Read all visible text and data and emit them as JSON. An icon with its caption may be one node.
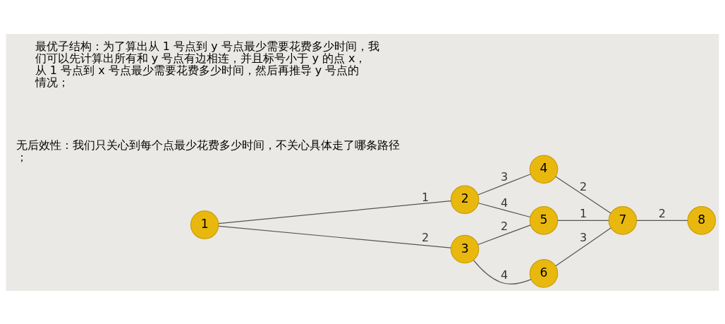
{
  "diagram": {
    "nodes": [
      {
        "text": [
          "1"
        ]
      },
      {
        "text": [
          "2"
        ]
      },
      {
        "text": [
          "3"
        ]
      },
      {
        "text": [
          "4"
        ]
      },
      {
        "text": [
          "5"
        ]
      },
      {
        "text": [
          "6"
        ]
      },
      {
        "text": [
          "7"
        ]
      },
      {
        "text": [
          "8"
        ]
      }
    ],
    "edges": [
      {
        "from": 0,
        "to": 1,
        "arrow": "none",
        "label": "1"
      },
      {
        "from": 0,
        "to": 2,
        "arrow": "none",
        "label": "2"
      },
      {
        "from": 1,
        "to": 3,
        "arrow": "none",
        "label": "3"
      },
      {
        "from": 1,
        "to": 4,
        "arrow": "none",
        "label": "4"
      },
      {
        "from": 2,
        "to": 4,
        "arrow": "none",
        "label": "2"
      },
      {
        "from": 2,
        "to": 5,
        "arrow": "none",
        "label": "4"
      },
      {
        "from": 3,
        "to": 6,
        "arrow": "none",
        "label": "2"
      },
      {
        "from": 4,
        "to": 6,
        "arrow": "none",
        "label": "1"
      },
      {
        "from": 5,
        "to": 6,
        "arrow": "none",
        "label": "3"
      },
      {
        "from": 6,
        "to": 7,
        "arrow": "none",
        "label": "2"
      }
    ],
    "labels": [
      "最优子结构：为了算出从 1 号点到 y 号点最少需要花费多少时间，我们可以先计算出所有和 y 号点有边相连，并且标号小于 y 的点 x，从 1 号点到 x 号点最少需要花费多少时间，然后再推导 y 号点的情况；",
      "无后效性：我们只关心到每个点最少花费多少时间，不关心具体走了哪条路径；"
    ]
  }
}
